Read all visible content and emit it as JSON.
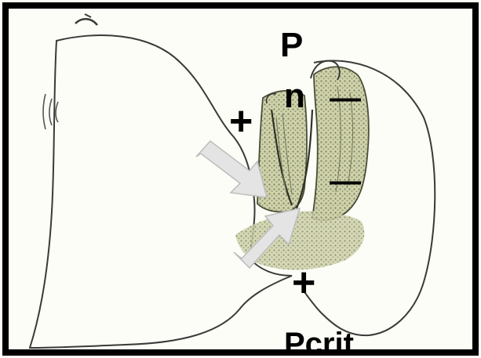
{
  "labels": {
    "top_p": "P",
    "top_n": "n",
    "plus_upper": "+",
    "plus_lower": "+",
    "minus_upper": "—",
    "minus_lower": "—",
    "bottom": "Pcrit"
  },
  "colors": {
    "frame": "#000000",
    "background": "#fbfdf6",
    "outline": "#3a3a3a",
    "tissue": "#b8bc8e",
    "tissue_dark": "#6f7456",
    "arrow_fill": "#e4e4e4",
    "arrow_stroke": "#bdbdbd"
  }
}
